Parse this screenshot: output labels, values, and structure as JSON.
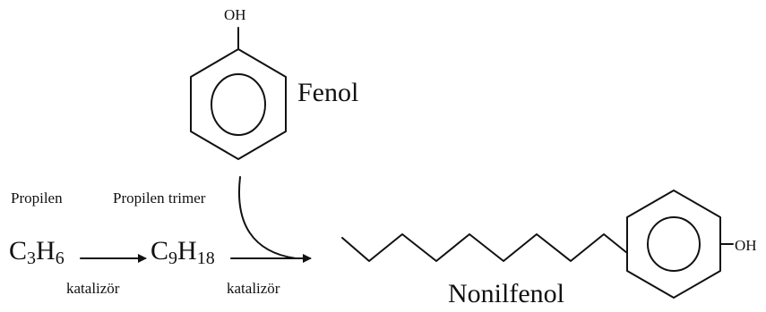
{
  "phenol": {
    "oh_label": "OH",
    "name": "Fenol"
  },
  "propylene": {
    "label": "Propilen",
    "formula": {
      "c": "C",
      "c_sub": "3",
      "h": "H",
      "h_sub": "6"
    }
  },
  "trimer": {
    "label": "Propilen trimer",
    "formula": {
      "c": "C",
      "c_sub": "9",
      "h": "H",
      "h_sub": "18"
    }
  },
  "catalyst_labels": [
    "katalizör",
    "katalizör"
  ],
  "product": {
    "name": "Nonilfenol",
    "oh_label": "OH"
  }
}
